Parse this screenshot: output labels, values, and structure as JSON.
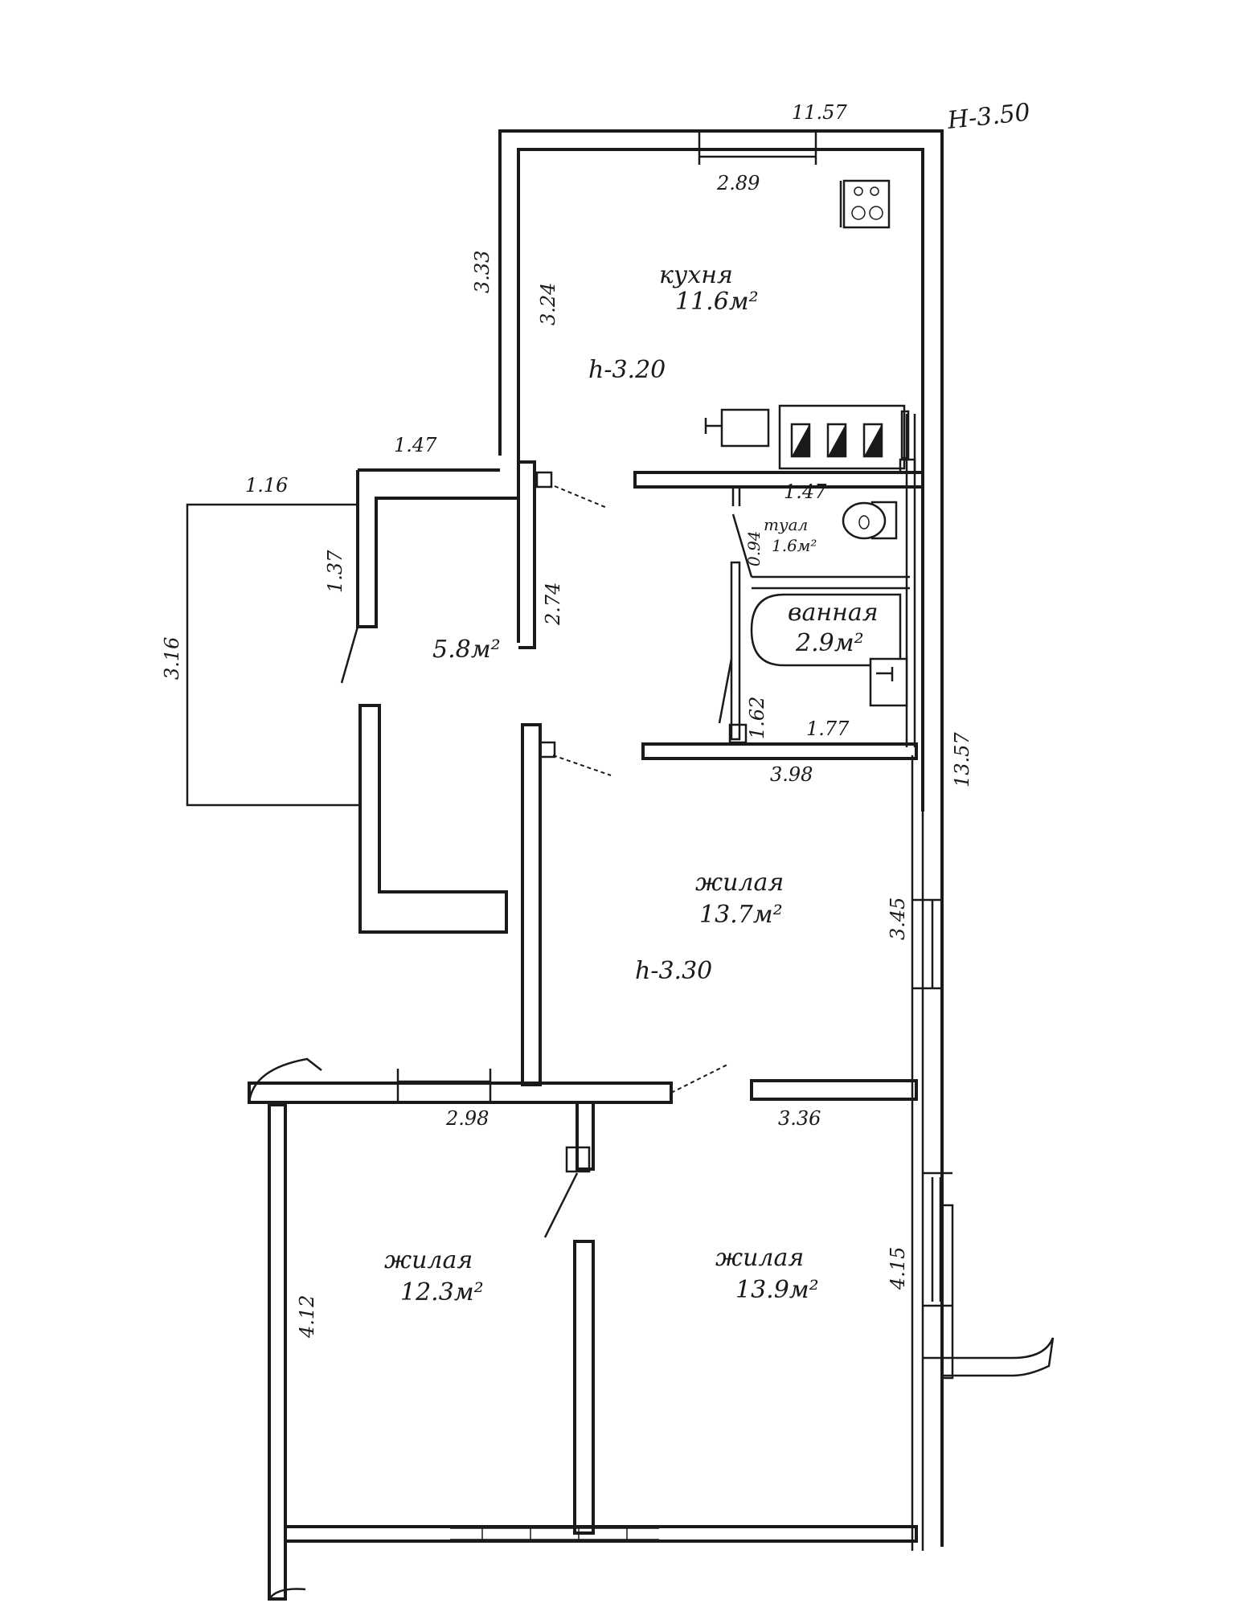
{
  "plan": {
    "building_height": "H-3.50",
    "overall_width": "11.57",
    "overall_length": "13.57"
  },
  "rooms": {
    "kitchen": {
      "name": "кухня",
      "area": "11.6м²",
      "height": "h-3.20"
    },
    "toilet": {
      "name": "туал",
      "area": "1.6м²"
    },
    "bathroom": {
      "name": "ванная",
      "area": "2.9м²"
    },
    "hall": {
      "area": "5.8м²"
    },
    "living_1": {
      "name": "жилая",
      "area": "13.7м²",
      "height": "h-3.30"
    },
    "living_2": {
      "name": "жилая",
      "area": "12.3м²"
    },
    "living_3": {
      "name": "жилая",
      "area": "13.9м²"
    }
  },
  "dimensions": {
    "kitchen_width": "2.89",
    "kitchen_outer_side": "3.33",
    "kitchen_inner_side": "3.24",
    "entry_width": "1.47",
    "porch_width": "1.16",
    "porch_depth": "3.16",
    "vestibule": "1.37",
    "hall_length": "2.74",
    "toilet_width": "1.47",
    "toilet_depth": "0.94",
    "bath_depth": "1.62",
    "bath_width": "1.77",
    "living1_width": "3.98",
    "living1_side": "3.45",
    "living2_width": "2.98",
    "living2_side": "4.12",
    "living3_width": "3.36",
    "living3_side": "4.15"
  },
  "colors": {
    "ink": "#1a1a1a",
    "paper": "#ffffff"
  }
}
